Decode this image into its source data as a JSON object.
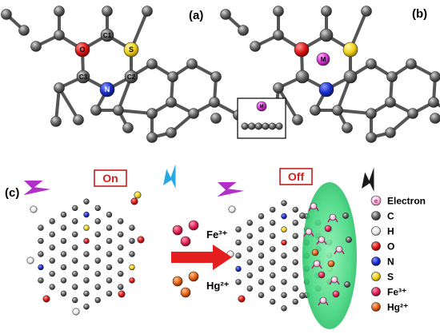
{
  "panels": {
    "a": {
      "label": "(a)",
      "atoms": {
        "c1": "C1",
        "c2": "C2",
        "c3": "C3",
        "o": "O",
        "s": "S",
        "n": "N"
      }
    },
    "b": {
      "label": "(b)",
      "metal": "M",
      "inset_metal": "M"
    },
    "c": {
      "label": "(c)",
      "on": "On",
      "off": "Off",
      "fe": "Fe³⁺",
      "hg": "Hg²⁺",
      "electron_symbol": "e"
    }
  },
  "legend": [
    {
      "label": "Electron",
      "color": "#f3a0c8",
      "kind": "electron"
    },
    {
      "label": "C",
      "color": "#3a3a3a",
      "kind": "atom"
    },
    {
      "label": "H",
      "color": "#ffffff",
      "kind": "atom"
    },
    {
      "label": "O",
      "color": "#e01818",
      "kind": "atom"
    },
    {
      "label": "N",
      "color": "#1a2fd0",
      "kind": "atom"
    },
    {
      "label": "S",
      "color": "#f2d21a",
      "kind": "atom"
    },
    {
      "label": "Fe³⁺",
      "color": "#e2245a",
      "kind": "atom"
    },
    {
      "label": "Hg²⁺",
      "color": "#e8621a",
      "kind": "atom"
    }
  ],
  "colors": {
    "carbon": "#5e5e5e",
    "oxygen": "#e01818",
    "nitrogen": "#1a2fd0",
    "sulfur": "#f2d21a",
    "metal": "#d83ad8",
    "fe": "#e2245a",
    "hg": "#e8621a",
    "arrow": "#e41e1e",
    "ellipse": "#3ed67c",
    "lightning_purple": "#b030c8",
    "lightning_blue": "#29a8e8",
    "lightning_black": "#1a1a1a"
  }
}
